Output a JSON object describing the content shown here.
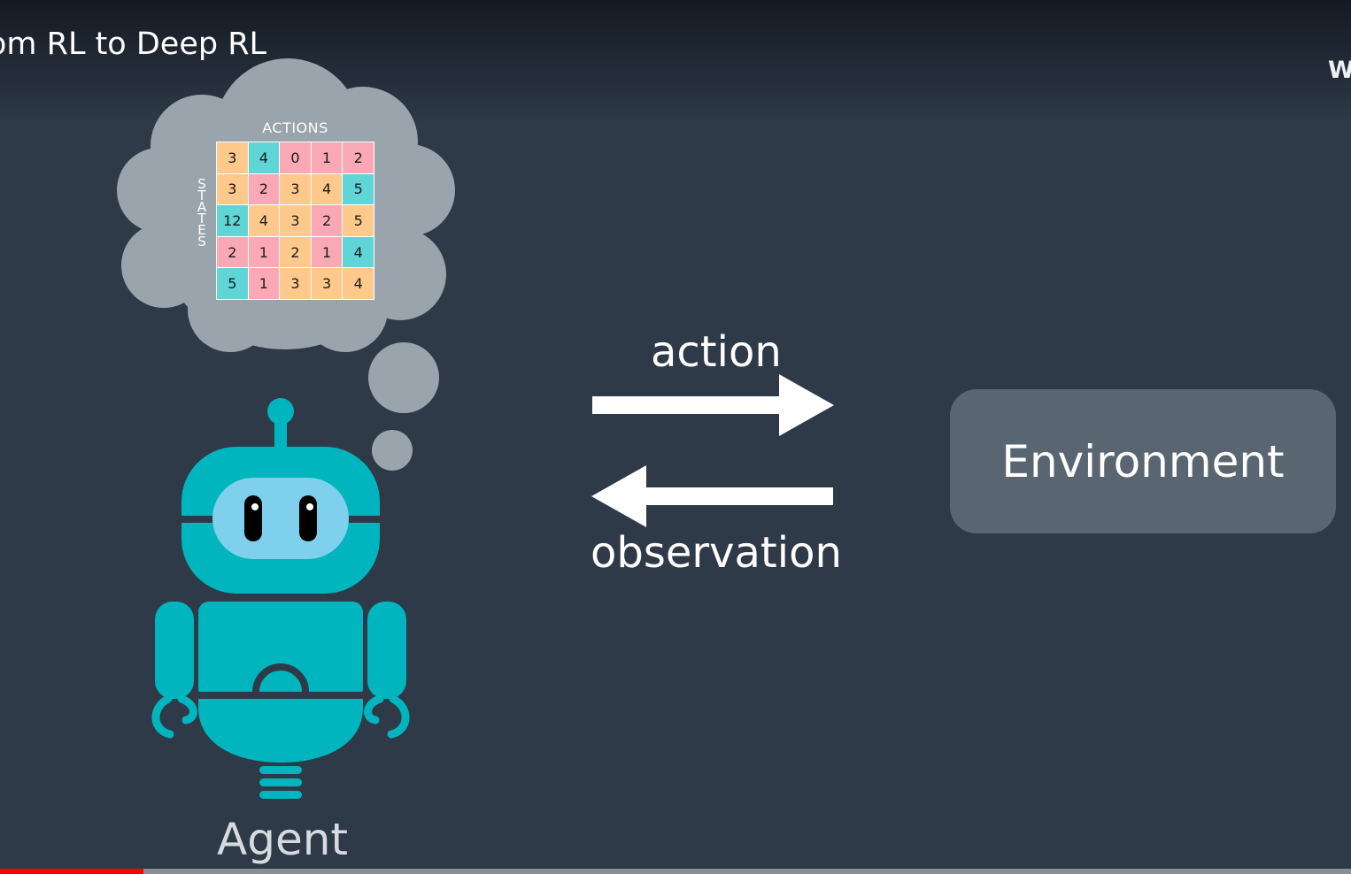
{
  "video": {
    "title": "om RL to Deep RL",
    "corner_mark": "W",
    "progress_fraction": 0.106
  },
  "diagram": {
    "q_table": {
      "title": "ACTIONS",
      "row_label": "STATES",
      "rows": [
        [
          3,
          4,
          0,
          1,
          2
        ],
        [
          3,
          2,
          3,
          4,
          5
        ],
        [
          12,
          4,
          3,
          2,
          5
        ],
        [
          2,
          1,
          2,
          1,
          4
        ],
        [
          5,
          1,
          3,
          3,
          4
        ]
      ]
    },
    "action_label": "action",
    "observation_label": "observation",
    "environment_label": "Environment",
    "agent_label": "Agent"
  },
  "colors": {
    "background": "#2e3a48",
    "cloud": "#9aa4ac",
    "robot_teal": "#00b5bd",
    "robot_visor": "#7fd0ec",
    "cell_orange": "#ffc98b",
    "cell_teal": "#5fd5d6",
    "cell_pink": "#fba8b6",
    "environment_box": "#596570",
    "progress_red": "#ff0000"
  },
  "icons": [
    "thought-cloud-icon",
    "robot-agent-icon",
    "right-arrow-icon",
    "left-arrow-icon"
  ]
}
